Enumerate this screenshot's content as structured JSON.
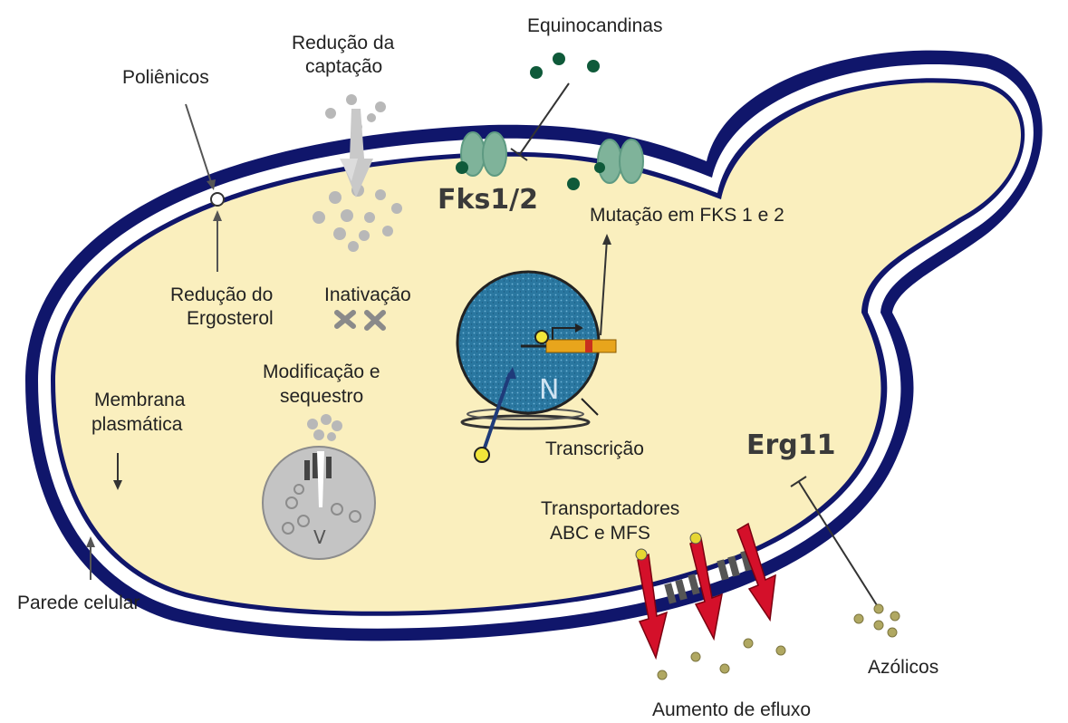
{
  "labels": {
    "polienicos": "Poliênicos",
    "reducao_captacao_1": "Redução da",
    "reducao_captacao_2": "captação",
    "equinocandinas": "Equinocandinas",
    "fks": "Fks1/2",
    "mutacao_fks": "Mutação em FKS 1 e 2",
    "reducao_ergosterol_1": "Redução do",
    "reducao_ergosterol_2": "Ergosterol",
    "inativacao": "Inativação",
    "modificacao_1": "Modificação e",
    "modificacao_2": "sequestro",
    "membrana_1": "Membrana",
    "membrana_2": "plasmática",
    "parede_celular": "Parede celular",
    "transcricao": "Transcrição",
    "erg11": "Erg11",
    "transportadores_1": "Transportadores",
    "transportadores_2": "ABC e  MFS",
    "azolicos": "Azólicos",
    "aumento_efluxo": "Aumento de efluxo",
    "nucleus_letter": "N",
    "vacuole_letter": "V"
  },
  "colors": {
    "cell_wall": "#10166b",
    "cytoplasm": "#faefbe",
    "nucleus": "#2a77a0",
    "fks_protein": "#7fb39a",
    "echinocandin": "#0f5a3a",
    "azole": "#b0a862",
    "efflux_pump": "#d4102a",
    "polyene_particle": "#b8b8b8",
    "gene": "#e8a51c",
    "vacuole": "#c4c4c4"
  }
}
